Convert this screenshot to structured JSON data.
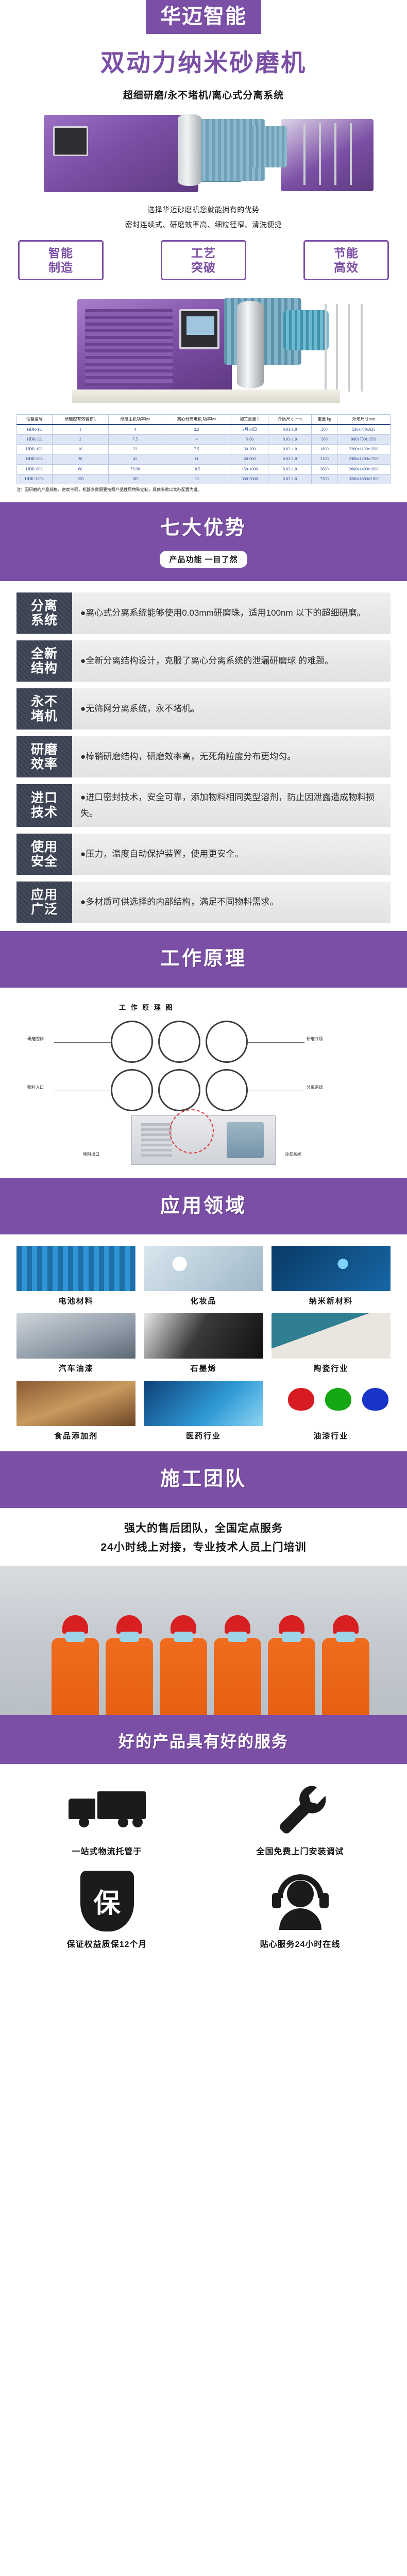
{
  "brand": {
    "name": "华迈智能"
  },
  "hero": {
    "title": "双动力纳米砂磨机",
    "subtitle": "超细研磨/永不堵机/离心式分离系统"
  },
  "blurb": {
    "line1": "选择华迈砂磨机您就能拥有的优势",
    "line2": "密封连续式、研磨效率高、细粒径窄、清洗便捷"
  },
  "features": [
    {
      "label": "智能\n制造",
      "line1": "智能",
      "line2": "制造"
    },
    {
      "label": "工艺\n突破",
      "line1": "工艺",
      "line2": "突破"
    },
    {
      "label": "节能\n高效",
      "line1": "节能",
      "line2": "高效"
    }
  ],
  "spec_table": {
    "headers": [
      "设备型号",
      "研磨腔有效容积L",
      "研磨主机功率kw",
      "离心分离电机 功率kw",
      "加工批量 L",
      "介质尺寸 mm",
      "重量 kg",
      "外形尺寸mm"
    ],
    "rows": [
      [
        "HDR-1L",
        "1",
        "4",
        "2.2",
        "3月30日",
        "0.03-1.0",
        "200",
        "530x470x625"
      ],
      [
        "HDR-2L",
        "2",
        "7.5",
        "4",
        "5-50",
        "0.03-1.0",
        "500",
        "980x750x1550"
      ],
      [
        "HDR-10L",
        "10",
        "22",
        "7.5",
        "30-200",
        "0.03-1.0",
        "1800",
        "2200x1100x1500"
      ],
      [
        "HDR-30L",
        "30",
        "45",
        "11",
        "60-500",
        "0.03-1.0",
        "2100",
        "2300x1200x1700"
      ],
      [
        "HDR-60L",
        "60",
        "75/90",
        "18.5",
        "150-1000",
        "0.03-1.0",
        "3600",
        "2600x1400x1900"
      ],
      [
        "HDR-150L",
        "150",
        "185",
        "30",
        "300-3000",
        "0.03-1.0",
        "7500",
        "3200x1600x2100"
      ]
    ],
    "note": "注：因研磨的产品规格、密度不同，机器多数需要按照产品性质特殊定制，具体参数以实际配置为准。"
  },
  "advantages_section": {
    "title": "七大优势",
    "pill": "产品功能 一目了然",
    "items": [
      {
        "tag1": "分离",
        "tag2": "系统",
        "text": "●离心式分离系统能够使用0.03mm研磨珠，适用100nm 以下的超细研磨。"
      },
      {
        "tag1": "全新",
        "tag2": "结构",
        "text": "●全新分离结构设计，克服了离心分离系统的泄漏研磨球 的难题。"
      },
      {
        "tag1": "永不",
        "tag2": "堵机",
        "text": "●无筛网分离系统，永不堵机。"
      },
      {
        "tag1": "研磨",
        "tag2": "效率",
        "text": "●棒销研磨结构，研磨效率高，无死角粒度分布更均匀。"
      },
      {
        "tag1": "进口",
        "tag2": "技术",
        "text": "●进口密封技术，安全可靠，添加物料相同类型溶剂，防止因泄露造成物料损失。"
      },
      {
        "tag1": "使用",
        "tag2": "安全",
        "text": "●压力，温度自动保护装置，使用更安全。"
      },
      {
        "tag1": "应用",
        "tag2": "广泛",
        "text": "●多材质可供选择的内部结构，满足不同物料需求。"
      }
    ]
  },
  "principle_section": {
    "title": "工作原理",
    "diagram_title": "工 作 原 理 图",
    "labels": [
      "研磨腔体",
      "研磨介质",
      "物料入口",
      "分离系统",
      "物料出口",
      "冷却系统"
    ]
  },
  "application_section": {
    "title": "应用领域",
    "items": [
      {
        "caption": "电池材料",
        "thumb": "battery-thumb"
      },
      {
        "caption": "化妆品",
        "thumb": "cosmetic-thumb"
      },
      {
        "caption": "纳米新材料",
        "thumb": "nano-thumb"
      },
      {
        "caption": "汽车油漆",
        "thumb": "autopaint-thumb"
      },
      {
        "caption": "石墨烯",
        "thumb": "graphene-thumb"
      },
      {
        "caption": "陶瓷行业",
        "thumb": "ceramic-thumb"
      },
      {
        "caption": "食品添加剂",
        "thumb": "food-thumb"
      },
      {
        "caption": "医药行业",
        "thumb": "pharma-thumb"
      },
      {
        "caption": "油漆行业",
        "thumb": "paint-thumb"
      }
    ]
  },
  "team_section": {
    "title": "施工团队",
    "line1": "强大的售后团队，全国定点服务",
    "line2": "24小时线上对接，专业技术人员上门培训"
  },
  "service_section": {
    "title": "好的产品具有好的服务",
    "items": [
      {
        "caption": "一站式物流托管于",
        "icon": "truck-icon"
      },
      {
        "caption": "全国免费上门安装调试",
        "icon": "wrench-icon"
      },
      {
        "caption": "保证权益质保12个月",
        "icon": "shield-icon",
        "glyph": "保"
      },
      {
        "caption": "贴心服务24小时在线",
        "icon": "headset-icon"
      }
    ]
  },
  "colors": {
    "brand_purple": "#7b4fa5",
    "dark_tag": "#3a4150",
    "table_blue": "#2b4a8b"
  }
}
